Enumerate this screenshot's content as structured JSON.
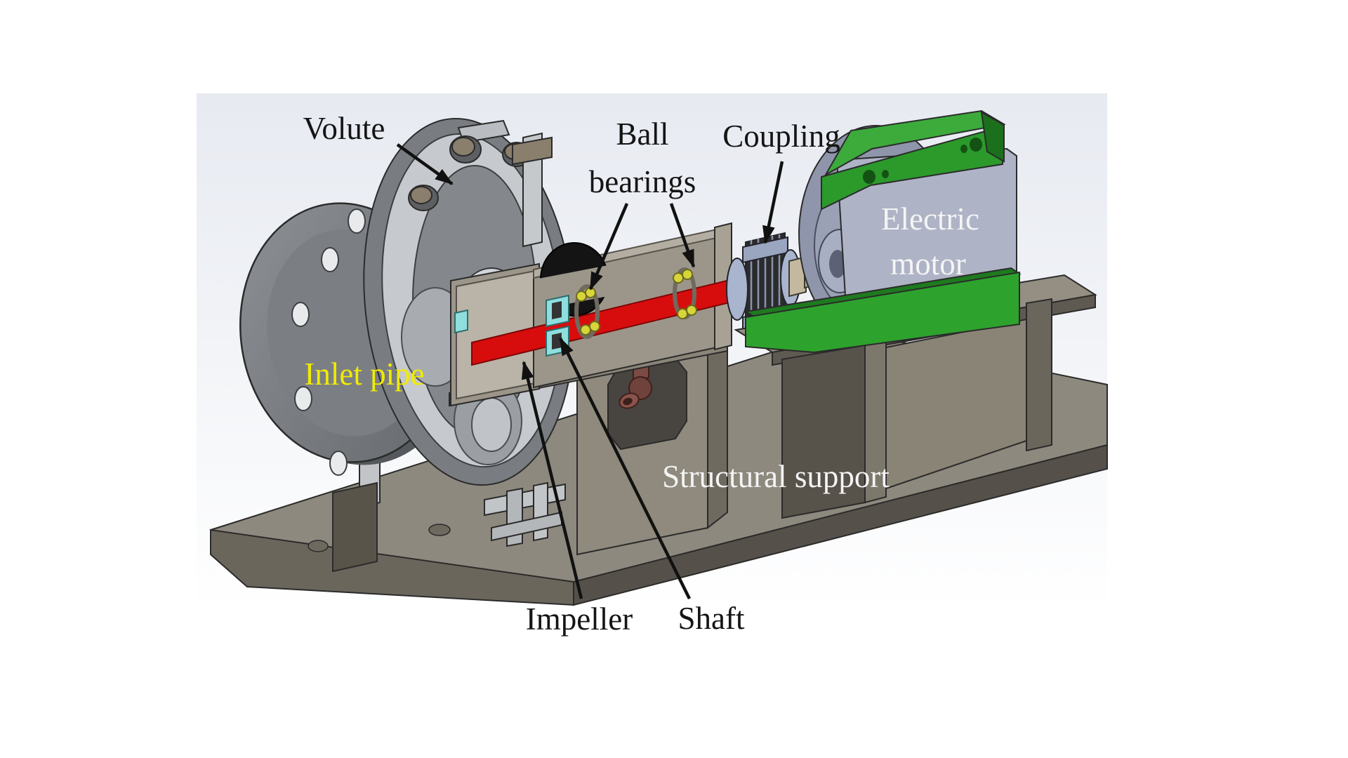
{
  "figure": {
    "title": "Cut-away CAD illustration of a centrifugal pump assembly",
    "callouts": {
      "volute": {
        "text": "Volute",
        "color": "#151515"
      },
      "ball_bearings": {
        "line1": "Ball",
        "line2": "bearings",
        "color": "#151515"
      },
      "coupling": {
        "text": "Coupling",
        "color": "#151515"
      },
      "electric_motor": {
        "line1": "Electric",
        "line2": "motor",
        "color": "#f4f4f4"
      },
      "inlet_pipe": {
        "text": "Inlet pipe",
        "color": "#f0eb00"
      },
      "structural_support": {
        "text": "Structural support",
        "color": "#f4f4f4"
      },
      "impeller": {
        "text": "Impeller",
        "color": "#151515"
      },
      "shaft": {
        "text": "Shaft",
        "color": "#151515"
      }
    },
    "colors": {
      "shaft_red": "#d70d0d",
      "motor_housing_green": "#2da32d",
      "motor_body_lavender": "#aeb3c6",
      "bearing_yellow": "#d8d53a",
      "seal_cyan": "#8fdede",
      "frame_taupe": "#8f8a7d",
      "base_front_dark": "#55514a",
      "volute_gray": "#797d81",
      "cut_face_light": "#c6c9cd",
      "drain_maroon": "#7c4b44",
      "label_yellow": "#f0eb00",
      "background_gradient_top": "#e7eaf1"
    }
  }
}
